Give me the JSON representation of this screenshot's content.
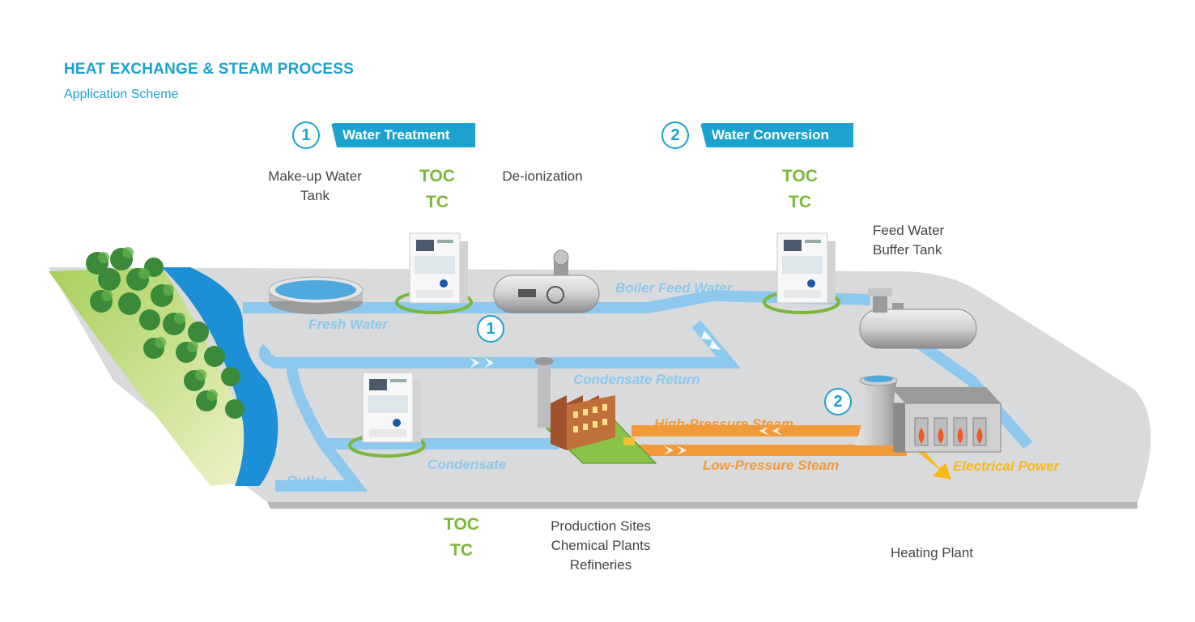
{
  "header": {
    "title": "HEAT EXCHANGE & STEAM PROCESS",
    "subtitle": "Application Scheme"
  },
  "sections": [
    {
      "number": "1",
      "label": "Water Treatment"
    },
    {
      "number": "2",
      "label": "Water Conversion"
    }
  ],
  "labels": {
    "makeup_tank": "Make-up Water\nTank",
    "deionization": "De-ionization",
    "feed_buffer": "Feed Water\nBuffer Tank",
    "production": "Production Sites\nChemical Plants\nRefineries",
    "heating_plant": "Heating Plant"
  },
  "measurements": {
    "toc": "TOC",
    "tc": "TC"
  },
  "flows": {
    "fresh_water": "Fresh Water",
    "boiler_feed_water": "Boiler Feed Water",
    "condensate_return": "Condensate Return",
    "high_pressure_steam": "High-Pressure Steam",
    "low_pressure_steam": "Low-Pressure Steam",
    "electrical_power": "Electrical Power",
    "condensate": "Condensate",
    "outlet": "Outlet"
  },
  "map_markers": {
    "marker_1": "1",
    "marker_2": "2"
  },
  "colors": {
    "accent_blue": "#1ca2cf",
    "water_blue": "#8dc8ef",
    "steam_orange": "#f29a3a",
    "power_yellow": "#f7b81b",
    "measure_green": "#7ab83a",
    "ground_gray": "#d9dadb"
  },
  "icons": [
    "analyzer-icon",
    "tank-icon",
    "factory-icon",
    "cooling-tower-icon",
    "tree-icon",
    "river-icon"
  ]
}
